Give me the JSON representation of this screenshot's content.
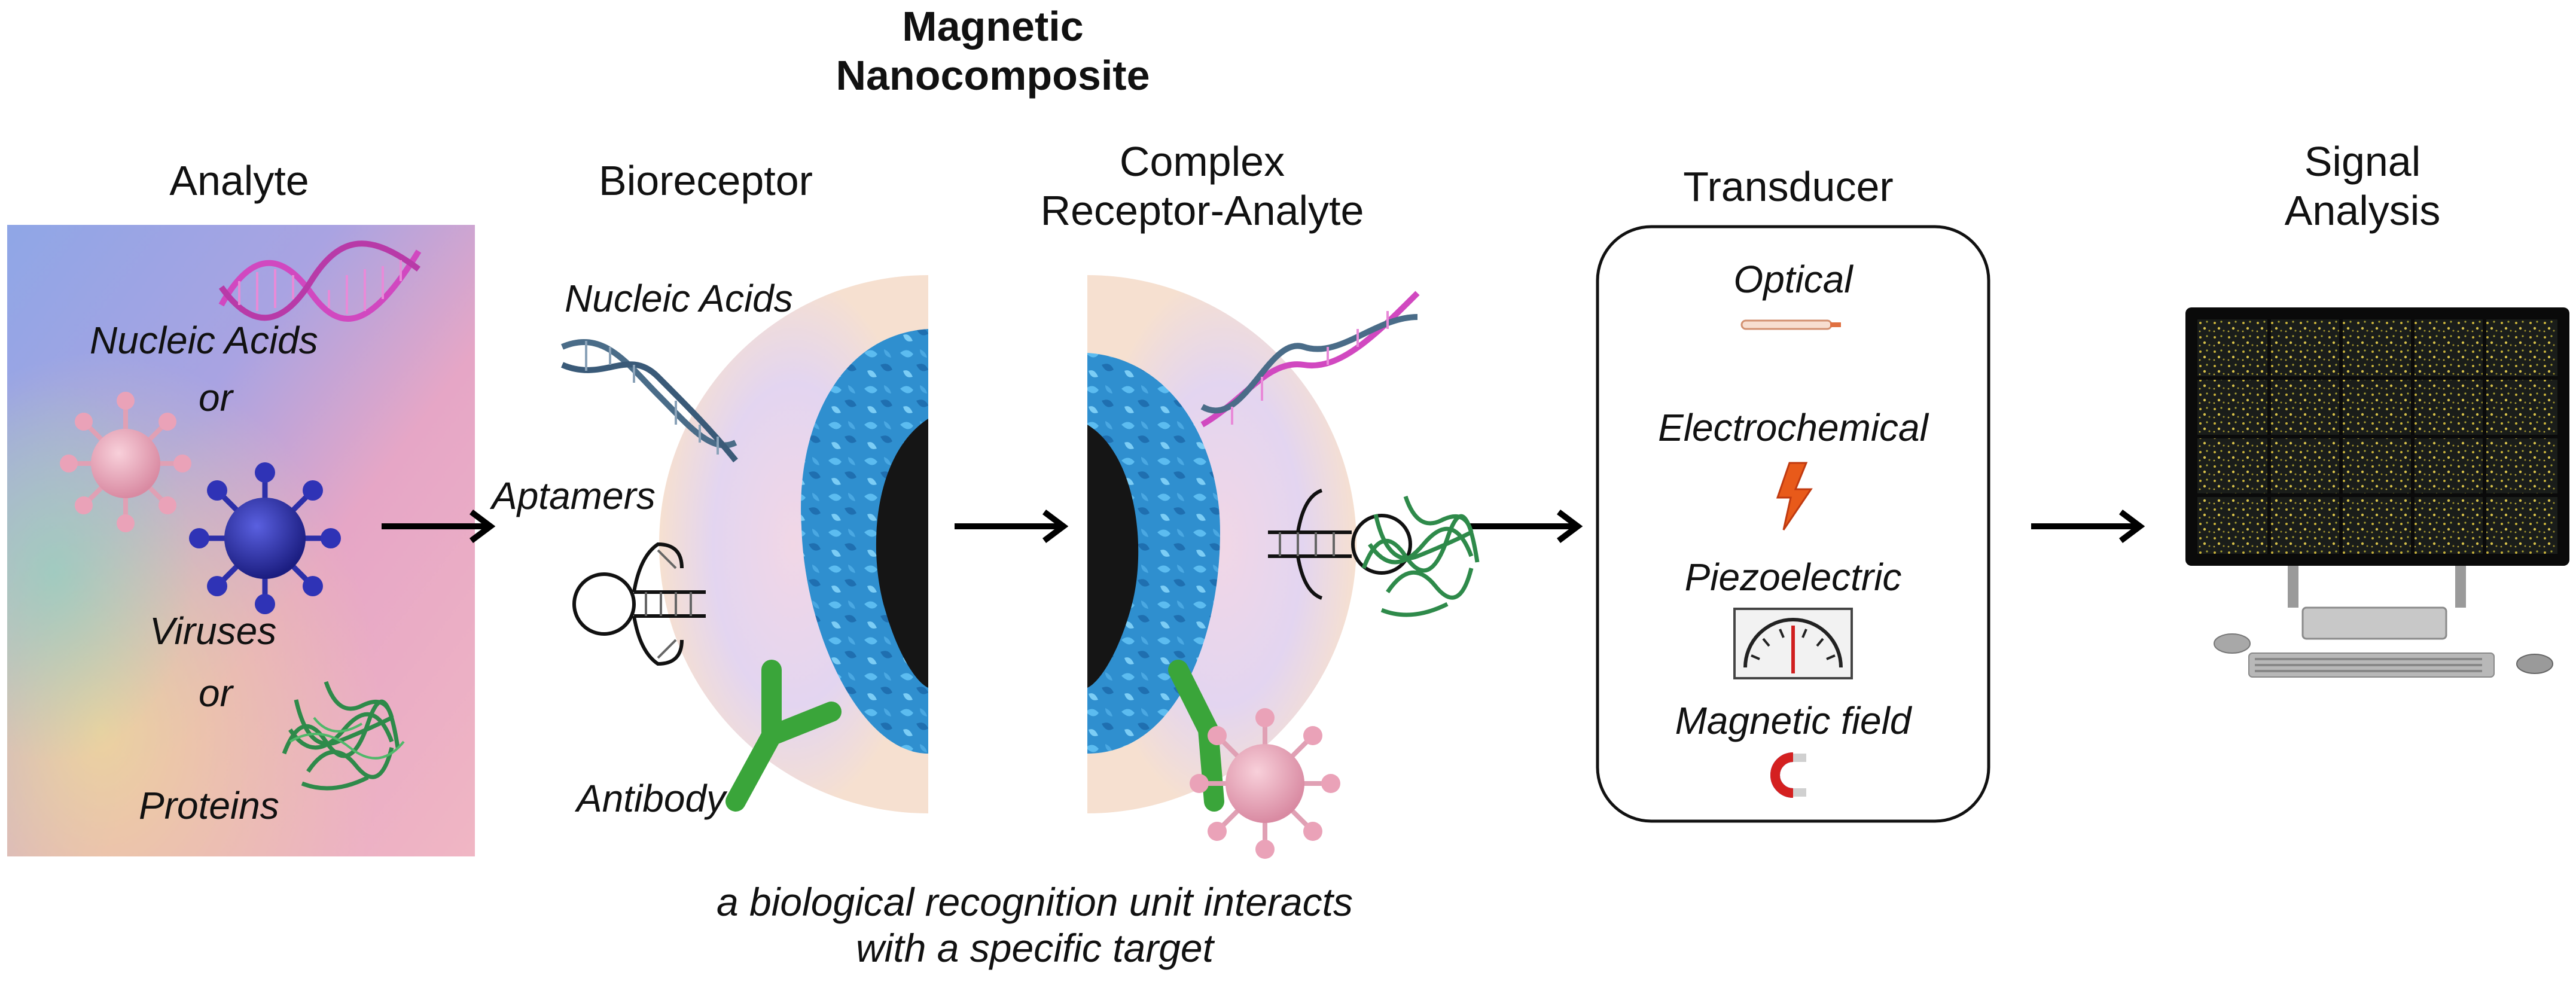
{
  "title": {
    "line1": "Magnetic",
    "line2": "Nanocomposite"
  },
  "stages": {
    "analyte": {
      "header": "Analyte",
      "items": [
        "Nucleic Acids",
        "or",
        "Viruses",
        "or",
        "Proteins"
      ]
    },
    "bioreceptor": {
      "header": "Bioreceptor",
      "items": [
        "Nucleic Acids",
        "Aptamers",
        "Antibody"
      ]
    },
    "complex": {
      "header_line1": "Complex",
      "header_line2": "Receptor-Analyte"
    },
    "transducer": {
      "header": "Transducer",
      "items": [
        "Optical",
        "Electrochemical",
        "Piezoelectric",
        "Magnetic field"
      ]
    },
    "signal": {
      "header_line1": "Signal",
      "header_line2": "Analysis"
    }
  },
  "caption": {
    "line1": "a biological recognition unit interacts",
    "line2": "with a specific target"
  },
  "colors": {
    "nanoparticle": "#2a9ad8",
    "core": "#151515",
    "dna_pink": "#d148c0",
    "dna_blue": "#4a6c88",
    "virus_pink": "#e9a0b4",
    "virus_blue": "#2c2fa8",
    "protein_green": "#2e8a4a",
    "antibody_green": "#3aa53a",
    "arrow": "#000000"
  },
  "icons": [
    "dna-icon",
    "virus-icon",
    "protein-icon",
    "aptamer-icon",
    "antibody-icon",
    "optical-fiber-icon",
    "lightning-icon",
    "gauge-icon",
    "magnet-icon",
    "monitor-icon"
  ]
}
